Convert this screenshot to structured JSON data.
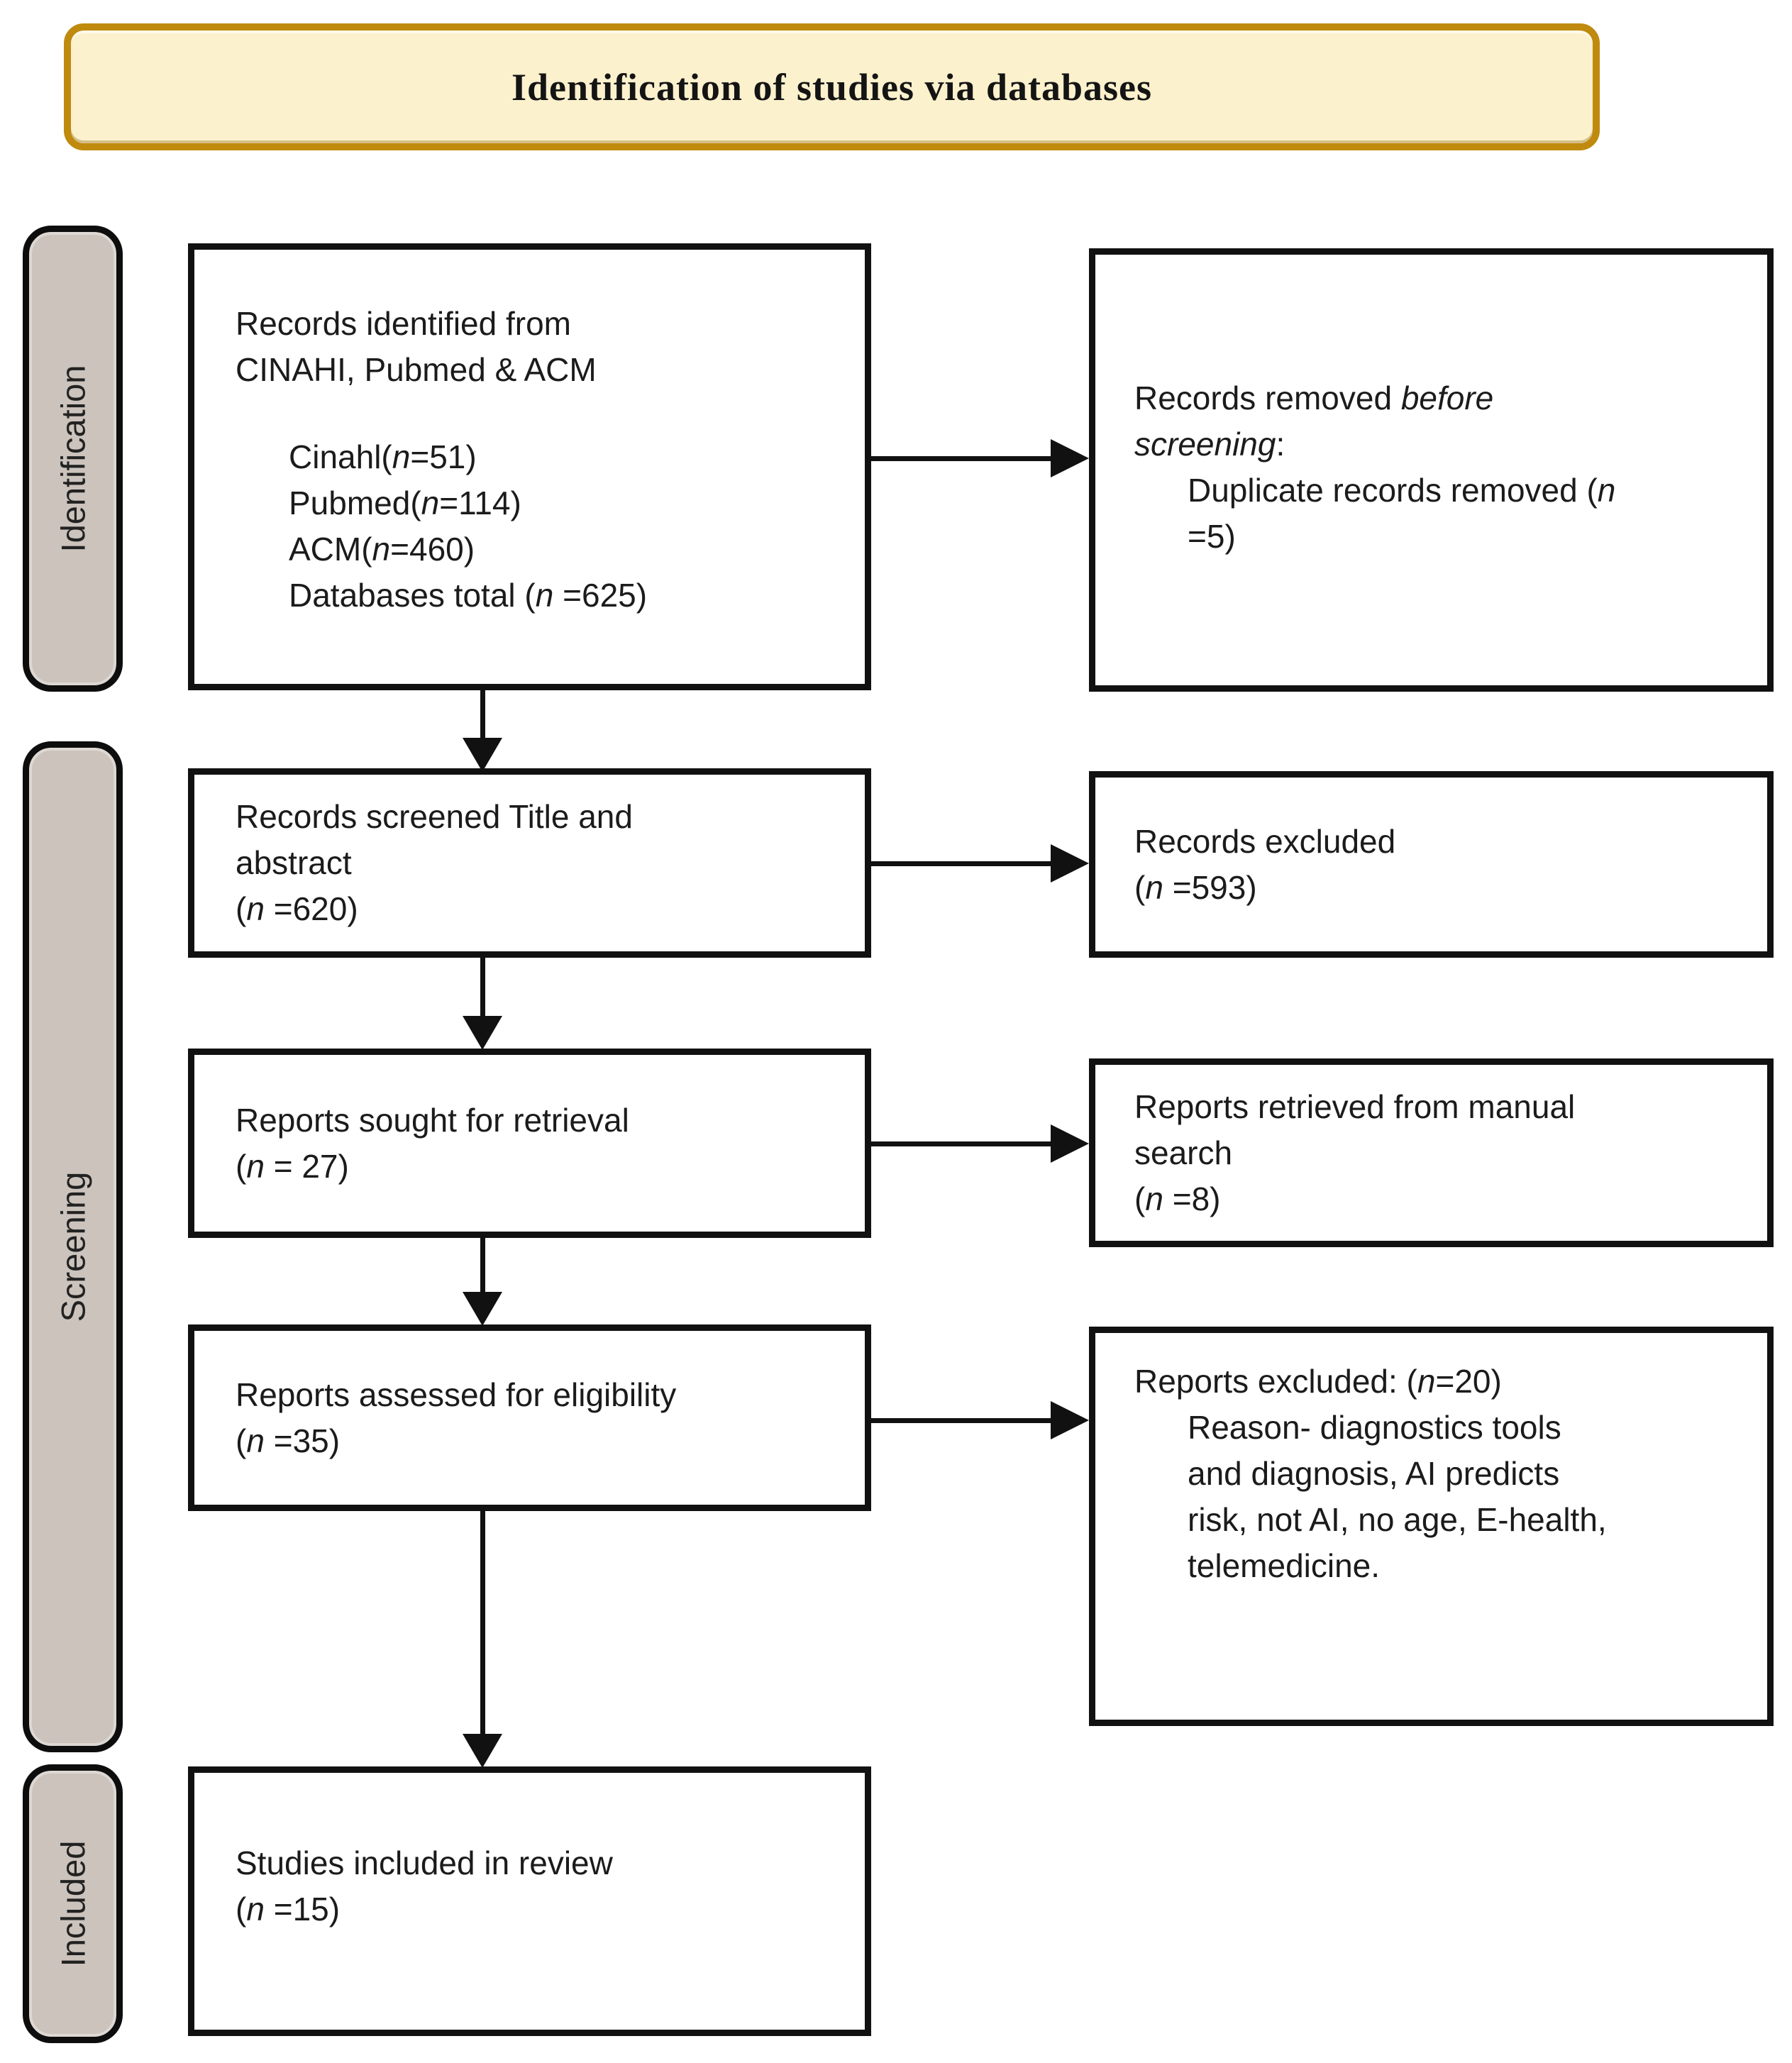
{
  "title": {
    "text": "Identification of studies via databases"
  },
  "sidebar": {
    "stages": [
      {
        "id": "identification",
        "label": "Identification"
      },
      {
        "id": "screening",
        "label": "Screening"
      },
      {
        "id": "included",
        "label": "Included"
      }
    ]
  },
  "flow": {
    "identified": {
      "lines": [
        {
          "ind": 0,
          "segs": [
            {
              "t": "Records identified from"
            }
          ]
        },
        {
          "ind": 0,
          "segs": [
            {
              "t": "CINAHI, Pubmed & ACM"
            }
          ]
        },
        {
          "spacer": 1,
          "segs": []
        },
        {
          "ind": 1,
          "segs": [
            {
              "t": "Cinahl("
            },
            {
              "t": "n",
              "i": 1
            },
            {
              "t": "=51)"
            }
          ]
        },
        {
          "ind": 1,
          "segs": [
            {
              "t": "Pubmed("
            },
            {
              "t": "n",
              "i": 1
            },
            {
              "t": "=114)"
            }
          ]
        },
        {
          "ind": 1,
          "segs": [
            {
              "t": "ACM("
            },
            {
              "t": "n",
              "i": 1
            },
            {
              "t": "=460)"
            }
          ]
        },
        {
          "ind": 1,
          "segs": [
            {
              "t": "Databases total ("
            },
            {
              "t": "n",
              "i": 1
            },
            {
              "t": " =625)"
            }
          ]
        }
      ]
    },
    "screened": {
      "lines": [
        {
          "ind": 0,
          "segs": [
            {
              "t": "Records screened Title and"
            }
          ]
        },
        {
          "ind": 0,
          "segs": [
            {
              "t": "abstract"
            }
          ]
        },
        {
          "ind": 0,
          "segs": [
            {
              "t": "("
            },
            {
              "t": "n",
              "i": 1
            },
            {
              "t": " =620)"
            }
          ]
        }
      ]
    },
    "sought": {
      "lines": [
        {
          "ind": 0,
          "segs": [
            {
              "t": "Reports sought for retrieval"
            }
          ]
        },
        {
          "ind": 0,
          "segs": [
            {
              "t": "("
            },
            {
              "t": "n",
              "i": 1
            },
            {
              "t": " = 27)"
            }
          ]
        }
      ]
    },
    "assessed": {
      "lines": [
        {
          "ind": 0,
          "segs": [
            {
              "t": "Reports assessed for eligibility"
            }
          ]
        },
        {
          "ind": 0,
          "segs": [
            {
              "t": "("
            },
            {
              "t": "n",
              "i": 1
            },
            {
              "t": " =35)"
            }
          ]
        }
      ]
    },
    "included_in_review": {
      "lines": [
        {
          "ind": 0,
          "segs": [
            {
              "t": "Studies included in review"
            }
          ]
        },
        {
          "ind": 0,
          "segs": [
            {
              "t": "("
            },
            {
              "t": "n",
              "i": 1
            },
            {
              "t": " =15)"
            }
          ]
        }
      ]
    },
    "removed_before_screening": {
      "lines": [
        {
          "ind": 0,
          "segs": [
            {
              "t": "Records removed "
            },
            {
              "t": "before",
              "i": 1
            }
          ]
        },
        {
          "ind": 0,
          "segs": [
            {
              "t": "screening",
              "i": 1
            },
            {
              "t": ":"
            }
          ]
        },
        {
          "ind": 1,
          "segs": [
            {
              "t": "Duplicate records removed ("
            },
            {
              "t": "n",
              "i": 1
            }
          ]
        },
        {
          "ind": 1,
          "segs": [
            {
              "t": "=5)"
            }
          ]
        }
      ]
    },
    "records_excluded": {
      "lines": [
        {
          "ind": 0,
          "segs": [
            {
              "t": "Records excluded"
            }
          ]
        },
        {
          "ind": 0,
          "segs": [
            {
              "t": "("
            },
            {
              "t": "n",
              "i": 1
            },
            {
              "t": " =593)"
            }
          ]
        }
      ]
    },
    "manual_search": {
      "lines": [
        {
          "ind": 0,
          "segs": [
            {
              "t": "Reports retrieved from manual"
            }
          ]
        },
        {
          "ind": 0,
          "segs": [
            {
              "t": "search"
            }
          ]
        },
        {
          "ind": 0,
          "segs": [
            {
              "t": "("
            },
            {
              "t": "n",
              "i": 1
            },
            {
              "t": " =8)"
            }
          ]
        }
      ]
    },
    "reports_excluded": {
      "lines": [
        {
          "ind": 0,
          "segs": [
            {
              "t": "Reports excluded: ("
            },
            {
              "t": "n",
              "i": 1
            },
            {
              "t": "=20)"
            }
          ]
        },
        {
          "ind": 1,
          "segs": [
            {
              "t": "Reason- diagnostics tools"
            }
          ]
        },
        {
          "ind": 1,
          "segs": [
            {
              "t": "and diagnosis, AI predicts"
            }
          ]
        },
        {
          "ind": 1,
          "segs": [
            {
              "t": "risk, not AI, no age, E-health,"
            }
          ]
        },
        {
          "ind": 1,
          "segs": [
            {
              "t": "telemedicine."
            }
          ]
        }
      ]
    }
  },
  "colors": {
    "title_bg": "#fcf1cd",
    "title_border": "#bf8a0e",
    "stage_bar_bg": "#cbc3bc",
    "box_border": "#111111",
    "text": "#1b1b1b",
    "page_bg": "#ffffff"
  }
}
